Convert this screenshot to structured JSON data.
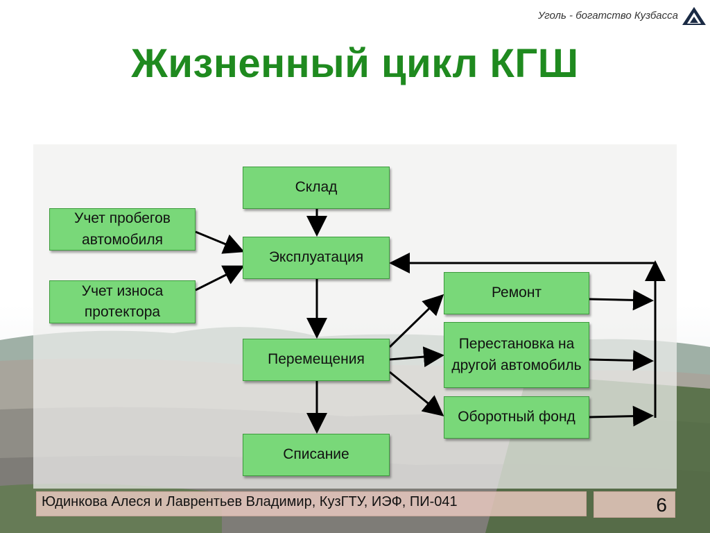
{
  "header": {
    "tagline": "Уголь - богатство Кузбасса",
    "title": "Жизненный цикл КГШ"
  },
  "diagram": {
    "nodes": {
      "sklad": "Склад",
      "probeg": "Учет пробегов автомобиля",
      "iznos": "Учет износа протектора",
      "ekspl": "Эксплуатация",
      "remont": "Ремонт",
      "peremesh": "Перемещения",
      "perestanovka": "Перестановка на другой автомобиль",
      "oborotny": "Оборотный фонд",
      "spisanie": "Списание"
    }
  },
  "footer": {
    "authors": "Юдинкова Алеся и Лаврентьев Владимир, КузГТУ, ИЭФ, ПИ-041",
    "page": "6"
  }
}
